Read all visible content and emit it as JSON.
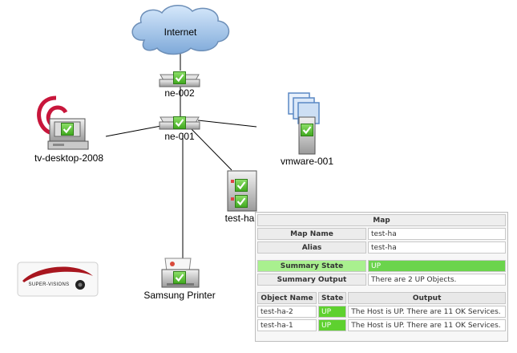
{
  "map": {
    "nodes": {
      "internet": {
        "label": "Internet"
      },
      "ne002": {
        "label": "ne-002"
      },
      "ne001": {
        "label": "ne-001"
      },
      "tvdesktop": {
        "label": "tv-desktop-2008"
      },
      "vmware": {
        "label": "vmware-001"
      },
      "testha": {
        "label": "test-ha"
      },
      "printer": {
        "label": "Samsung Printer"
      }
    },
    "logo": {
      "text": "SUPER-VISIONS"
    },
    "colors": {
      "ok_green": "#5ec234",
      "link": "#000000",
      "cloud": "#8fb8e6"
    }
  },
  "popup": {
    "title": "Map",
    "rows": [
      {
        "key": "Map Name",
        "value": "test-ha"
      },
      {
        "key": "Alias",
        "value": "test-ha"
      }
    ],
    "summary_state": {
      "key": "Summary State",
      "value": "UP"
    },
    "summary_output": {
      "key": "Summary Output",
      "value": "There are 2 UP Objects."
    },
    "objects_table": {
      "columns": [
        "Object Name",
        "State",
        "Output"
      ],
      "rows": [
        {
          "name": "test-ha-2",
          "state": "UP",
          "output": "The Host is UP. There are 11 OK Services."
        },
        {
          "name": "test-ha-1",
          "state": "UP",
          "output": "The Host is UP. There are 11 OK Services."
        }
      ]
    }
  }
}
